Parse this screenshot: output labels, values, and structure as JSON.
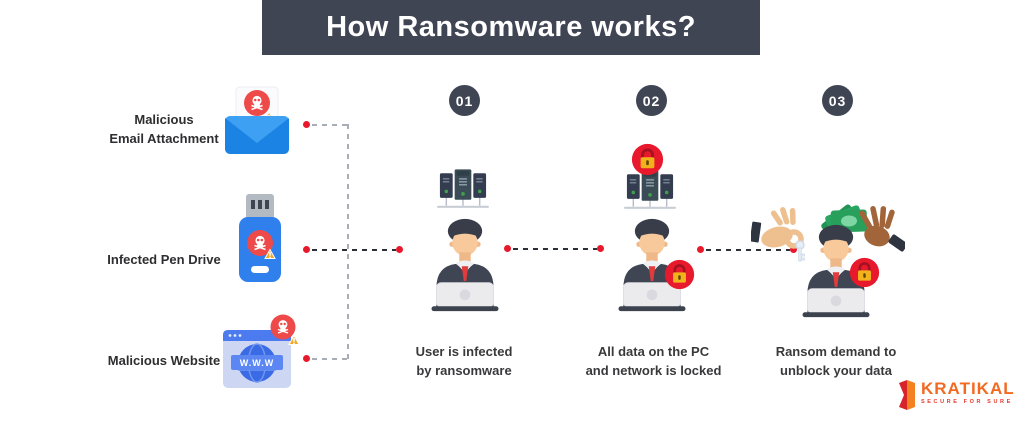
{
  "header": {
    "title": "How Ransomware works?"
  },
  "colors": {
    "header_bg": "#3f4553",
    "accent_red": "#e8192c",
    "skull_badge_red": "#ee4a4a",
    "envelope_blue": "#1e88e5",
    "pen_drive_blue": "#2f80ed",
    "money_green": "#28a05c",
    "brand_orange": "#f26a21",
    "brand_red": "#e8392f",
    "text_dark": "#39393b"
  },
  "sources": [
    {
      "icon": "malicious-email-icon",
      "label_lines": [
        "Malicious",
        "Email Attachment"
      ]
    },
    {
      "icon": "infected-pen-drive-icon",
      "label_lines": [
        "Infected Pen Drive"
      ]
    },
    {
      "icon": "malicious-website-icon",
      "label_lines": [
        "Malicious Website"
      ],
      "window_text": "W.W.W"
    }
  ],
  "steps": [
    {
      "number": "01",
      "icons": [
        "server-rack-icon",
        "user-at-laptop-icon"
      ],
      "caption_lines": [
        "User is infected",
        "by ransomware"
      ]
    },
    {
      "number": "02",
      "icons": [
        "server-rack-icon",
        "lock-badge-icon",
        "user-at-laptop-icon"
      ],
      "caption_lines": [
        "All data on the PC",
        "and network is locked"
      ]
    },
    {
      "number": "03",
      "icons": [
        "hand-with-key-icon",
        "hand-with-money-icon",
        "lock-badge-icon",
        "user-at-laptop-icon"
      ],
      "caption_lines": [
        "Ransom demand to",
        "unblock your data"
      ]
    }
  ],
  "logo": {
    "brand": "KRATIKAL",
    "tagline": "SECURE FOR SURE"
  }
}
